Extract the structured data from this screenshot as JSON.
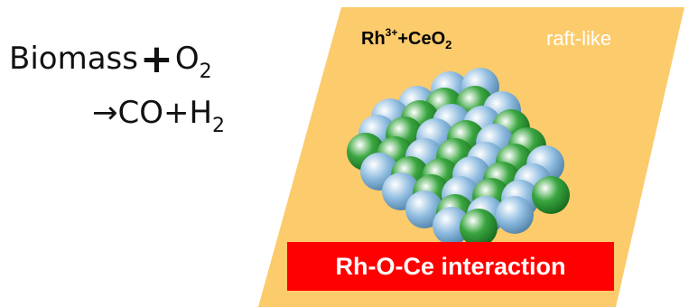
{
  "equation": {
    "reactant": "Biomass",
    "plus": "+",
    "oxidant": "O",
    "oxidant_sub": "2",
    "arrow_products": "→CO+H",
    "product_sub": "2"
  },
  "catalyst": {
    "rh": "Rh",
    "rh_charge": "3+",
    "ceria": "+CeO",
    "ceria_sub": "2",
    "morphology": "raft-like",
    "interaction": "Rh-O-Ce interaction"
  },
  "colors": {
    "support": "#fccb6c",
    "atom_green": "#3aa640",
    "atom_blue": "#8fbce0",
    "highlight": "#ff0000"
  }
}
